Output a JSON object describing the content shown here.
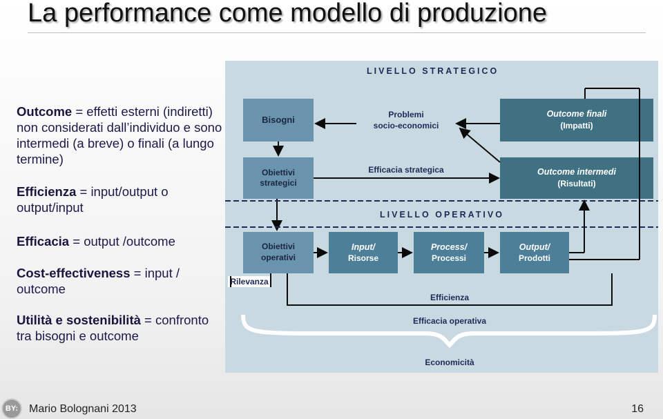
{
  "title": "La performance come modello di produzione",
  "left_text": {
    "outcome": {
      "term": "Outcome",
      "text": " = effetti esterni (indiretti) non considerati dall’individuo e sono intermedi (a breve) o finali (a lungo termine)"
    },
    "efficienza": {
      "term": "Efficienza",
      "text": " = input/output o output/input"
    },
    "efficacia": {
      "term": "Efficacia",
      "text": " = output /outcome"
    },
    "cost": {
      "term": "Cost-effectiveness",
      "text": " = input / outcome"
    },
    "utilita": {
      "term": "Utilità e sostenibilità",
      "text": " = confronto tra bisogni e outcome"
    }
  },
  "diagram": {
    "livello_strategico": "LIVELLO STRATEGICO",
    "livello_operativo": "LIVELLO OPERATIVO",
    "bisogni": "Bisogni",
    "obiettivi_strategici": [
      "Obiettivi",
      "strategici"
    ],
    "problemi": [
      "Problemi",
      "socio-economici"
    ],
    "efficacia_strategica": "Efficacia strategica",
    "outcome_finali": [
      "Outcome finali",
      "(Impatti)"
    ],
    "outcome_intermedi": [
      "Outcome intermedi",
      "(Risultati)"
    ],
    "obiettivi_operativi": [
      "Obiettivi",
      "operativi"
    ],
    "input_risorse": [
      "Input/",
      "Risorse"
    ],
    "process_processi": [
      "Process/",
      "Processi"
    ],
    "output_prodotti": [
      "Output/",
      "Prodotti"
    ],
    "rilevanza": "Rilevanza",
    "efficienza": "Efficienza",
    "efficacia_operativa": "Efficacia operativa",
    "economicita": "Economicità",
    "colors": {
      "box_light": "#6a93ad",
      "box_dark": "#3f7183",
      "background": "#c9d9e2"
    }
  },
  "footer": {
    "logo": "BY:",
    "author": "Mario Bolognani 2013",
    "page": "16"
  }
}
